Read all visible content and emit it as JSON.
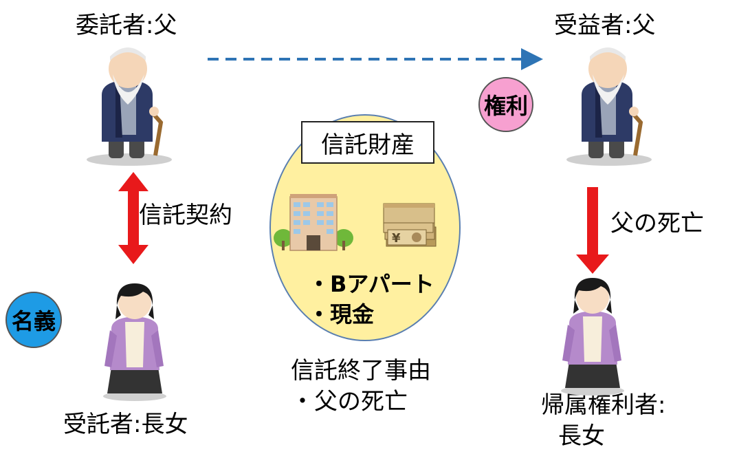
{
  "settlor": {
    "label": "委託者:父"
  },
  "beneficiary": {
    "label": "受益者:父"
  },
  "trustee": {
    "label": "受託者:長女"
  },
  "residual_holder": {
    "label_line1": "帰属権利者:",
    "label_line2": "長女"
  },
  "badges": {
    "rights": "権利",
    "title": "名義"
  },
  "contract": {
    "label": "信託契約"
  },
  "death": {
    "label": "父の死亡"
  },
  "trust_property": {
    "title": "信託財産",
    "items": [
      "・Bアパート",
      "・現金"
    ],
    "cash_symbol": "¥"
  },
  "termination": {
    "title": "信託終了事由",
    "reason": "・父の死亡"
  },
  "colors": {
    "red_arrow": "#e8191b",
    "dashed_arrow": "#2e74b5",
    "oval_fill": "#fff0a0",
    "rights_badge": "#f7a0d0",
    "title_badge": "#1e9be5"
  }
}
